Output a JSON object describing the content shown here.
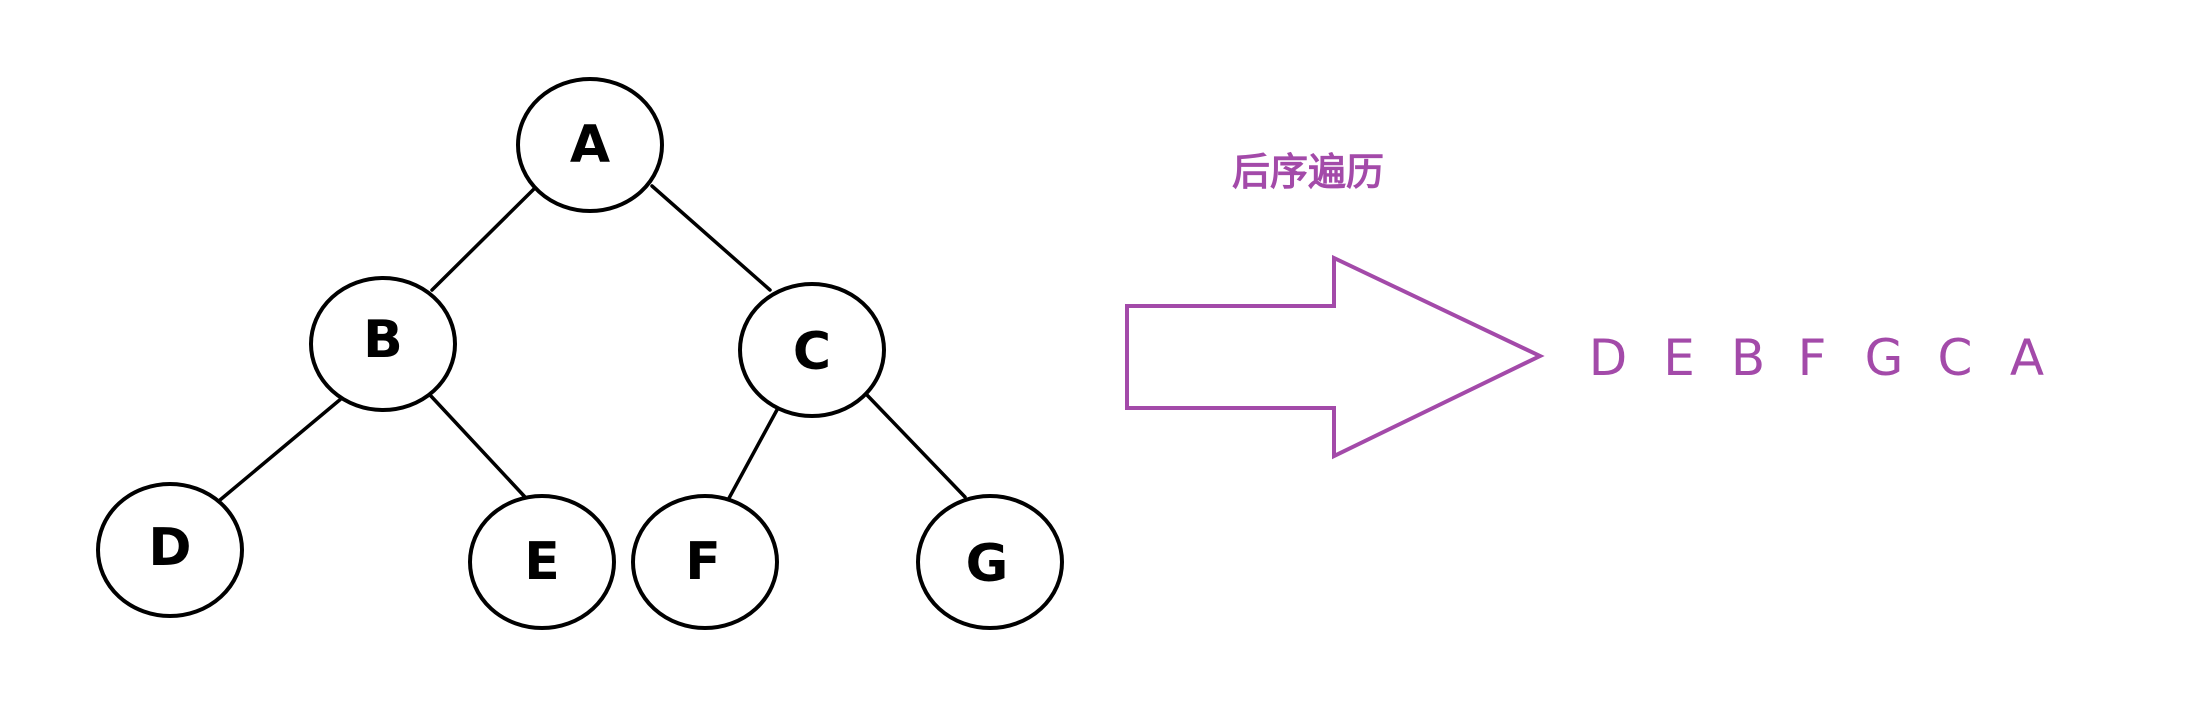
{
  "tree": {
    "nodes": [
      {
        "id": "A",
        "label": "A"
      },
      {
        "id": "B",
        "label": "B"
      },
      {
        "id": "C",
        "label": "C"
      },
      {
        "id": "D",
        "label": "D"
      },
      {
        "id": "E",
        "label": "E"
      },
      {
        "id": "F",
        "label": "F"
      },
      {
        "id": "G",
        "label": "G"
      }
    ],
    "edges": [
      [
        "A",
        "B"
      ],
      [
        "A",
        "C"
      ],
      [
        "B",
        "D"
      ],
      [
        "B",
        "E"
      ],
      [
        "C",
        "F"
      ],
      [
        "C",
        "G"
      ]
    ]
  },
  "traversal": {
    "title": "后序遍历",
    "sequence": [
      "D",
      "E",
      "B",
      "F",
      "G",
      "C",
      "A"
    ]
  },
  "colors": {
    "accent": "#a34aa9",
    "tree_stroke": "#000000"
  }
}
